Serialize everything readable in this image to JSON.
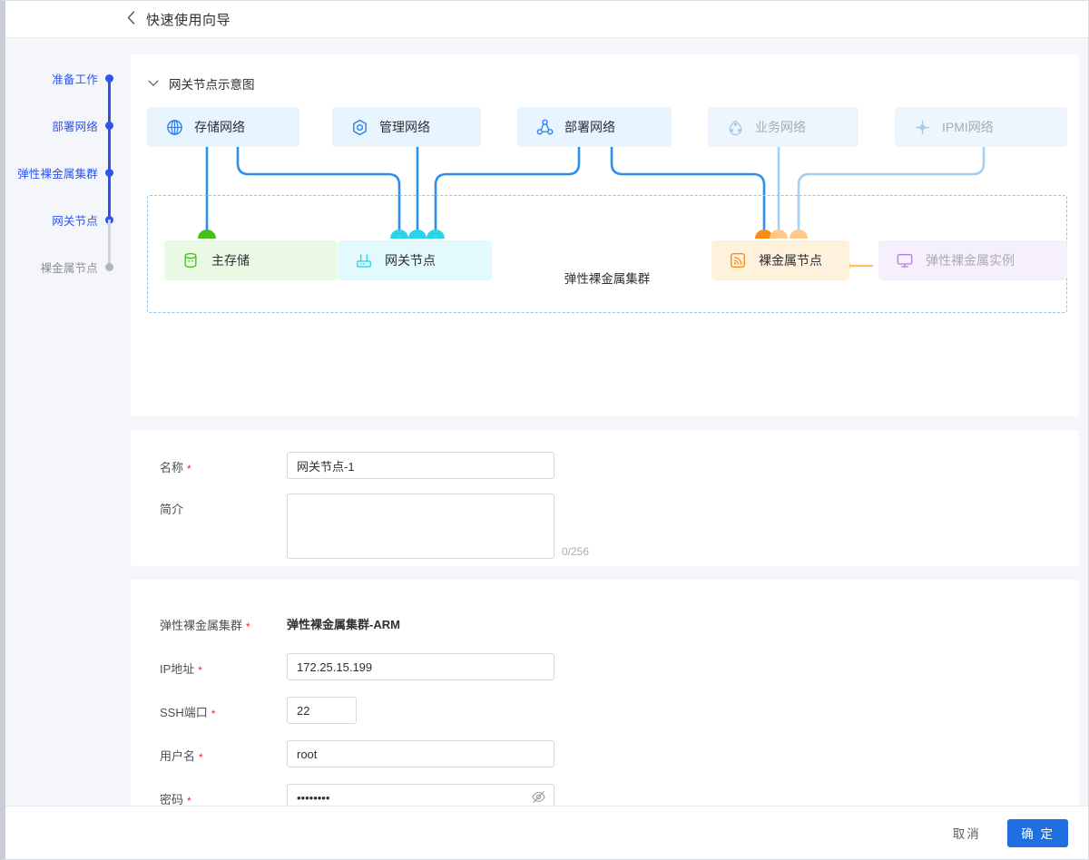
{
  "header": {
    "back_icon": "chevron-left-icon",
    "title": "快速使用向导"
  },
  "steps": [
    {
      "label": "准备工作",
      "state": "done"
    },
    {
      "label": "部署网络",
      "state": "done"
    },
    {
      "label": "弹性裸金属集群",
      "state": "done"
    },
    {
      "label": "网关节点",
      "state": "current"
    },
    {
      "label": "裸金属节点",
      "state": "pending"
    }
  ],
  "diagram": {
    "collapse_title": "网关节点示意图",
    "chevron_icon": "chevron-down-icon",
    "cluster_caption": "弹性裸金属集群",
    "networks": [
      {
        "label": "存储网络",
        "icon": "globe-icon",
        "dim": false
      },
      {
        "label": "管理网络",
        "icon": "gear-hex-icon",
        "dim": false
      },
      {
        "label": "部署网络",
        "icon": "nodes-icon",
        "dim": false
      },
      {
        "label": "业务网络",
        "icon": "share-icon",
        "dim": true
      },
      {
        "label": "IPMI网络",
        "icon": "ipmi-icon",
        "dim": true
      }
    ],
    "resources": [
      {
        "label": "主存储",
        "icon": "database-icon",
        "variant": "storage"
      },
      {
        "label": "网关节点",
        "icon": "router-icon",
        "variant": "gateway"
      },
      {
        "label": "裸金属节点",
        "icon": "signal-icon",
        "variant": "metal"
      },
      {
        "label": "弹性裸金属实例",
        "icon": "monitor-icon",
        "variant": "instance"
      }
    ],
    "colors": {
      "link_strong": "#2f8fe8",
      "link_light": "#a3d0f5",
      "link_orange": "#fa8c16",
      "link_orange_light": "#ffc889",
      "dash_border": "#8ec5f0",
      "net_box_bg": "#e8f4fe"
    }
  },
  "basic_form": {
    "name": {
      "label": "名称",
      "required": true,
      "value": "网关节点-1",
      "placeholder": ""
    },
    "desc": {
      "label": "简介",
      "required": false,
      "value": "",
      "placeholder": "",
      "counter": "0/256"
    }
  },
  "conn_form": {
    "cluster": {
      "label": "弹性裸金属集群",
      "required": true,
      "value": "弹性裸金属集群-ARM"
    },
    "ip": {
      "label": "IP地址",
      "required": true,
      "value": "172.25.15.199",
      "placeholder": ""
    },
    "ssh_port": {
      "label": "SSH端口",
      "required": true,
      "value": "22",
      "placeholder": ""
    },
    "username": {
      "label": "用户名",
      "required": true,
      "value": "root",
      "placeholder": ""
    },
    "password": {
      "label": "密码",
      "required": true,
      "value": "••••••••",
      "placeholder": "",
      "toggle_icon": "eye-off-icon"
    }
  },
  "footer": {
    "cancel_label": "取消",
    "confirm_label": "确 定",
    "primary_color": "#1f6fe0"
  }
}
